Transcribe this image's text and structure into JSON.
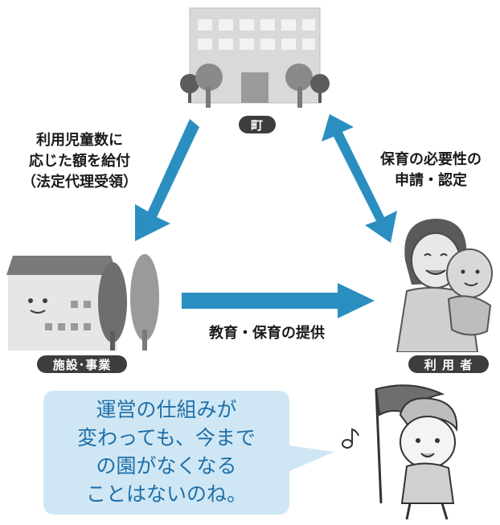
{
  "town": {
    "label": "町"
  },
  "facility": {
    "label": "施設･事業"
  },
  "user": {
    "label": "利 用 者"
  },
  "arrows": {
    "town_to_facility": [
      "利用児童数に",
      "応じた額を給付",
      "（法定代理受領）"
    ],
    "user_to_town": [
      "保育の必要性の",
      "申請・認定"
    ],
    "facility_to_user": "教育・保育の提供"
  },
  "bubble": {
    "lines": [
      "運営の仕組みが",
      "変わっても、今まで",
      "の園がなくなる",
      "ことはないのね。"
    ]
  },
  "colors": {
    "arrow": "#2a8fc0",
    "bubble_bg": "#cfe7f4",
    "bubble_text": "#1f6fa8",
    "pill": "#3d3d3d"
  },
  "icons": [
    "town-hall-icon",
    "facility-building-icon",
    "mother-baby-icon",
    "girl-flag-icon",
    "music-note-icon"
  ]
}
